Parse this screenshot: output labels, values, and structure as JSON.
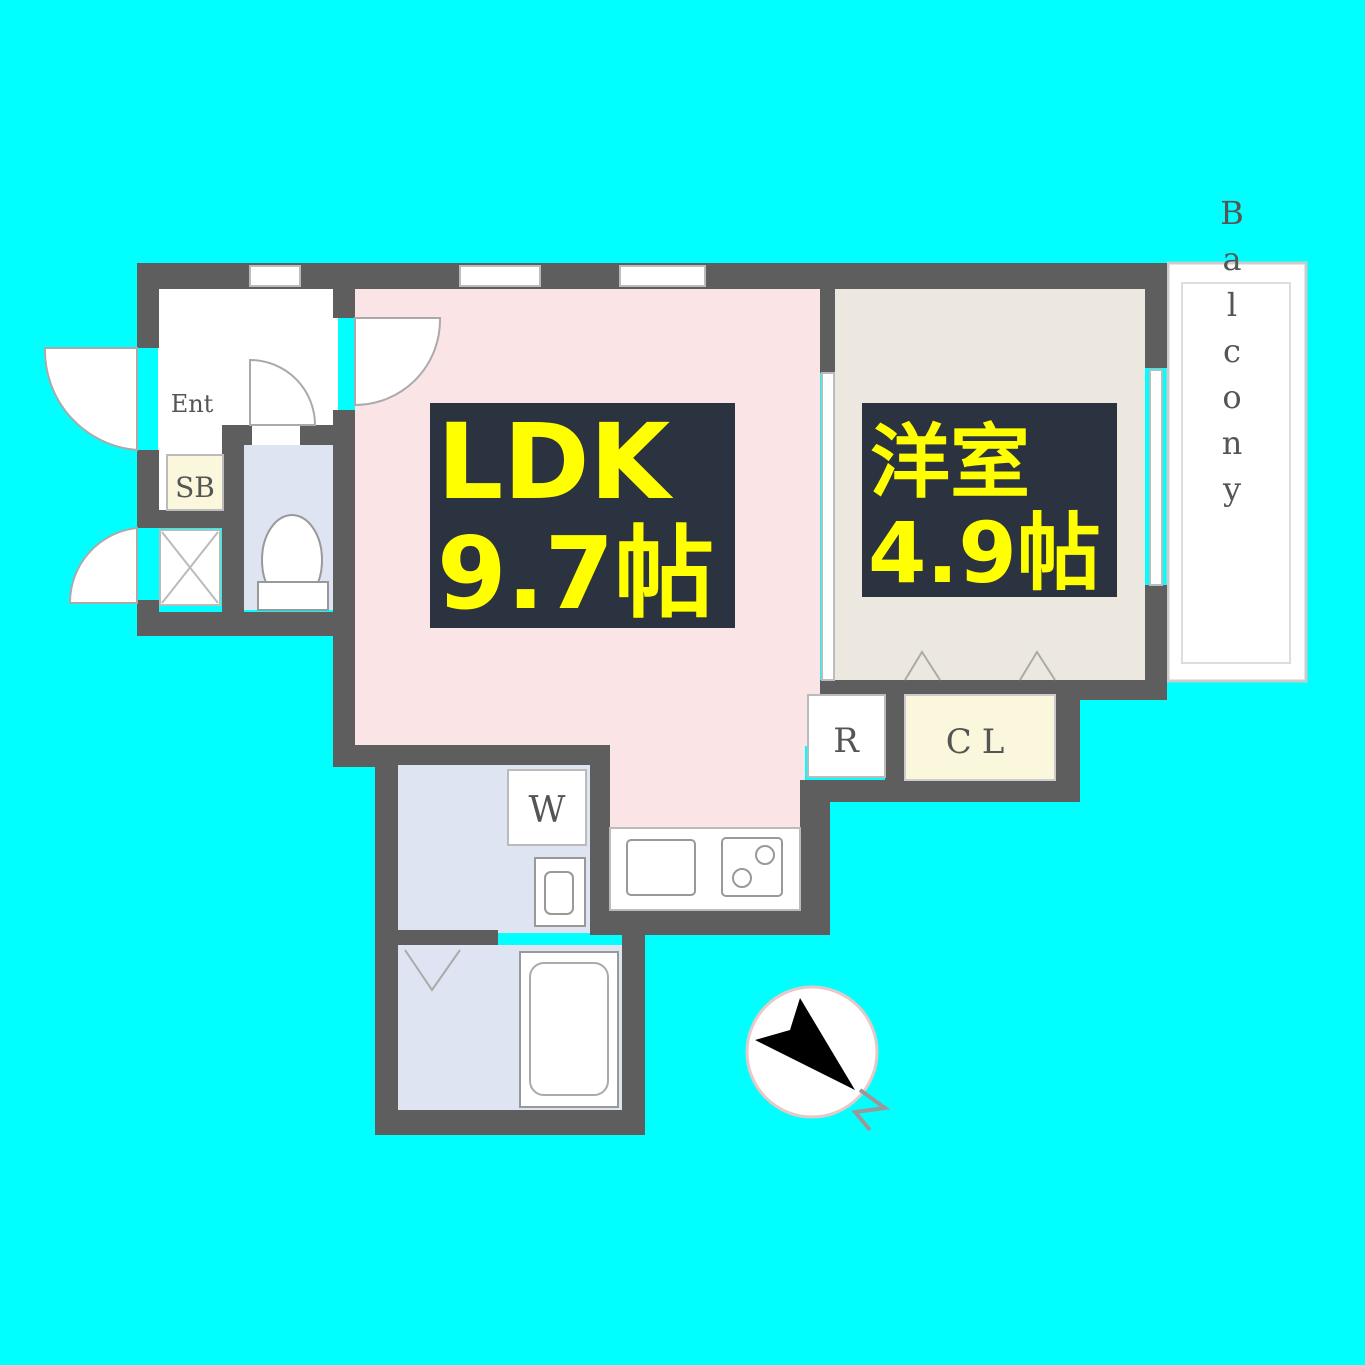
{
  "colors": {
    "background": "#00ffff",
    "wall": "#5e5e5e",
    "ldk_floor": "#fbe4e6",
    "bedroom_floor": "#ece8e0",
    "wet_area_floor": "#dfe4f3",
    "storage_floor": "#fbf7dc",
    "label_box": "#2b3240",
    "label_text": "#ffff00"
  },
  "rooms": {
    "ldk": {
      "name": "LDK",
      "size": "9.7帖"
    },
    "bedroom": {
      "name": "洋室",
      "size": "4.9帖"
    },
    "entrance": "Ent",
    "shoe_box": "SB",
    "washer": "W",
    "refrigerator": "R",
    "closet": "CL",
    "balcony": "Balcony"
  },
  "compass": {
    "icon": "north-arrow-icon",
    "letter": "N"
  }
}
